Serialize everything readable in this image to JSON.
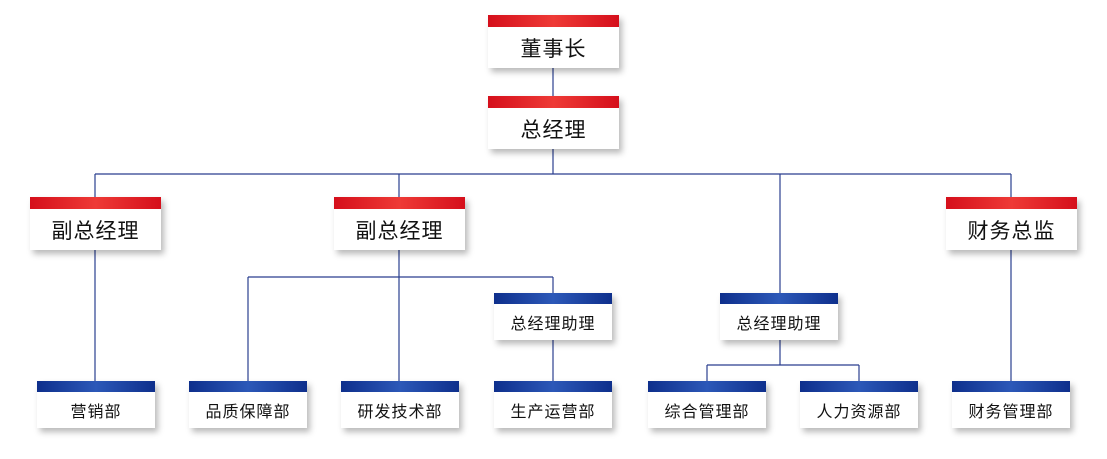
{
  "colors": {
    "executive": "#d50f1b",
    "department": "#0e2f8c",
    "connector": "#2a3f8f"
  },
  "nodes": {
    "chairman": "董事长",
    "general_manager": "总经理",
    "vice_gm_1": "副总经理",
    "vice_gm_2": "副总经理",
    "cfo": "财务总监",
    "gm_assistant_1": "总经理助理",
    "gm_assistant_2": "总经理助理",
    "marketing": "营销部",
    "quality": "品质保障部",
    "rnd": "研发技术部",
    "production": "生产运营部",
    "general_admin": "综合管理部",
    "hr": "人力资源部",
    "finance": "财务管理部"
  }
}
